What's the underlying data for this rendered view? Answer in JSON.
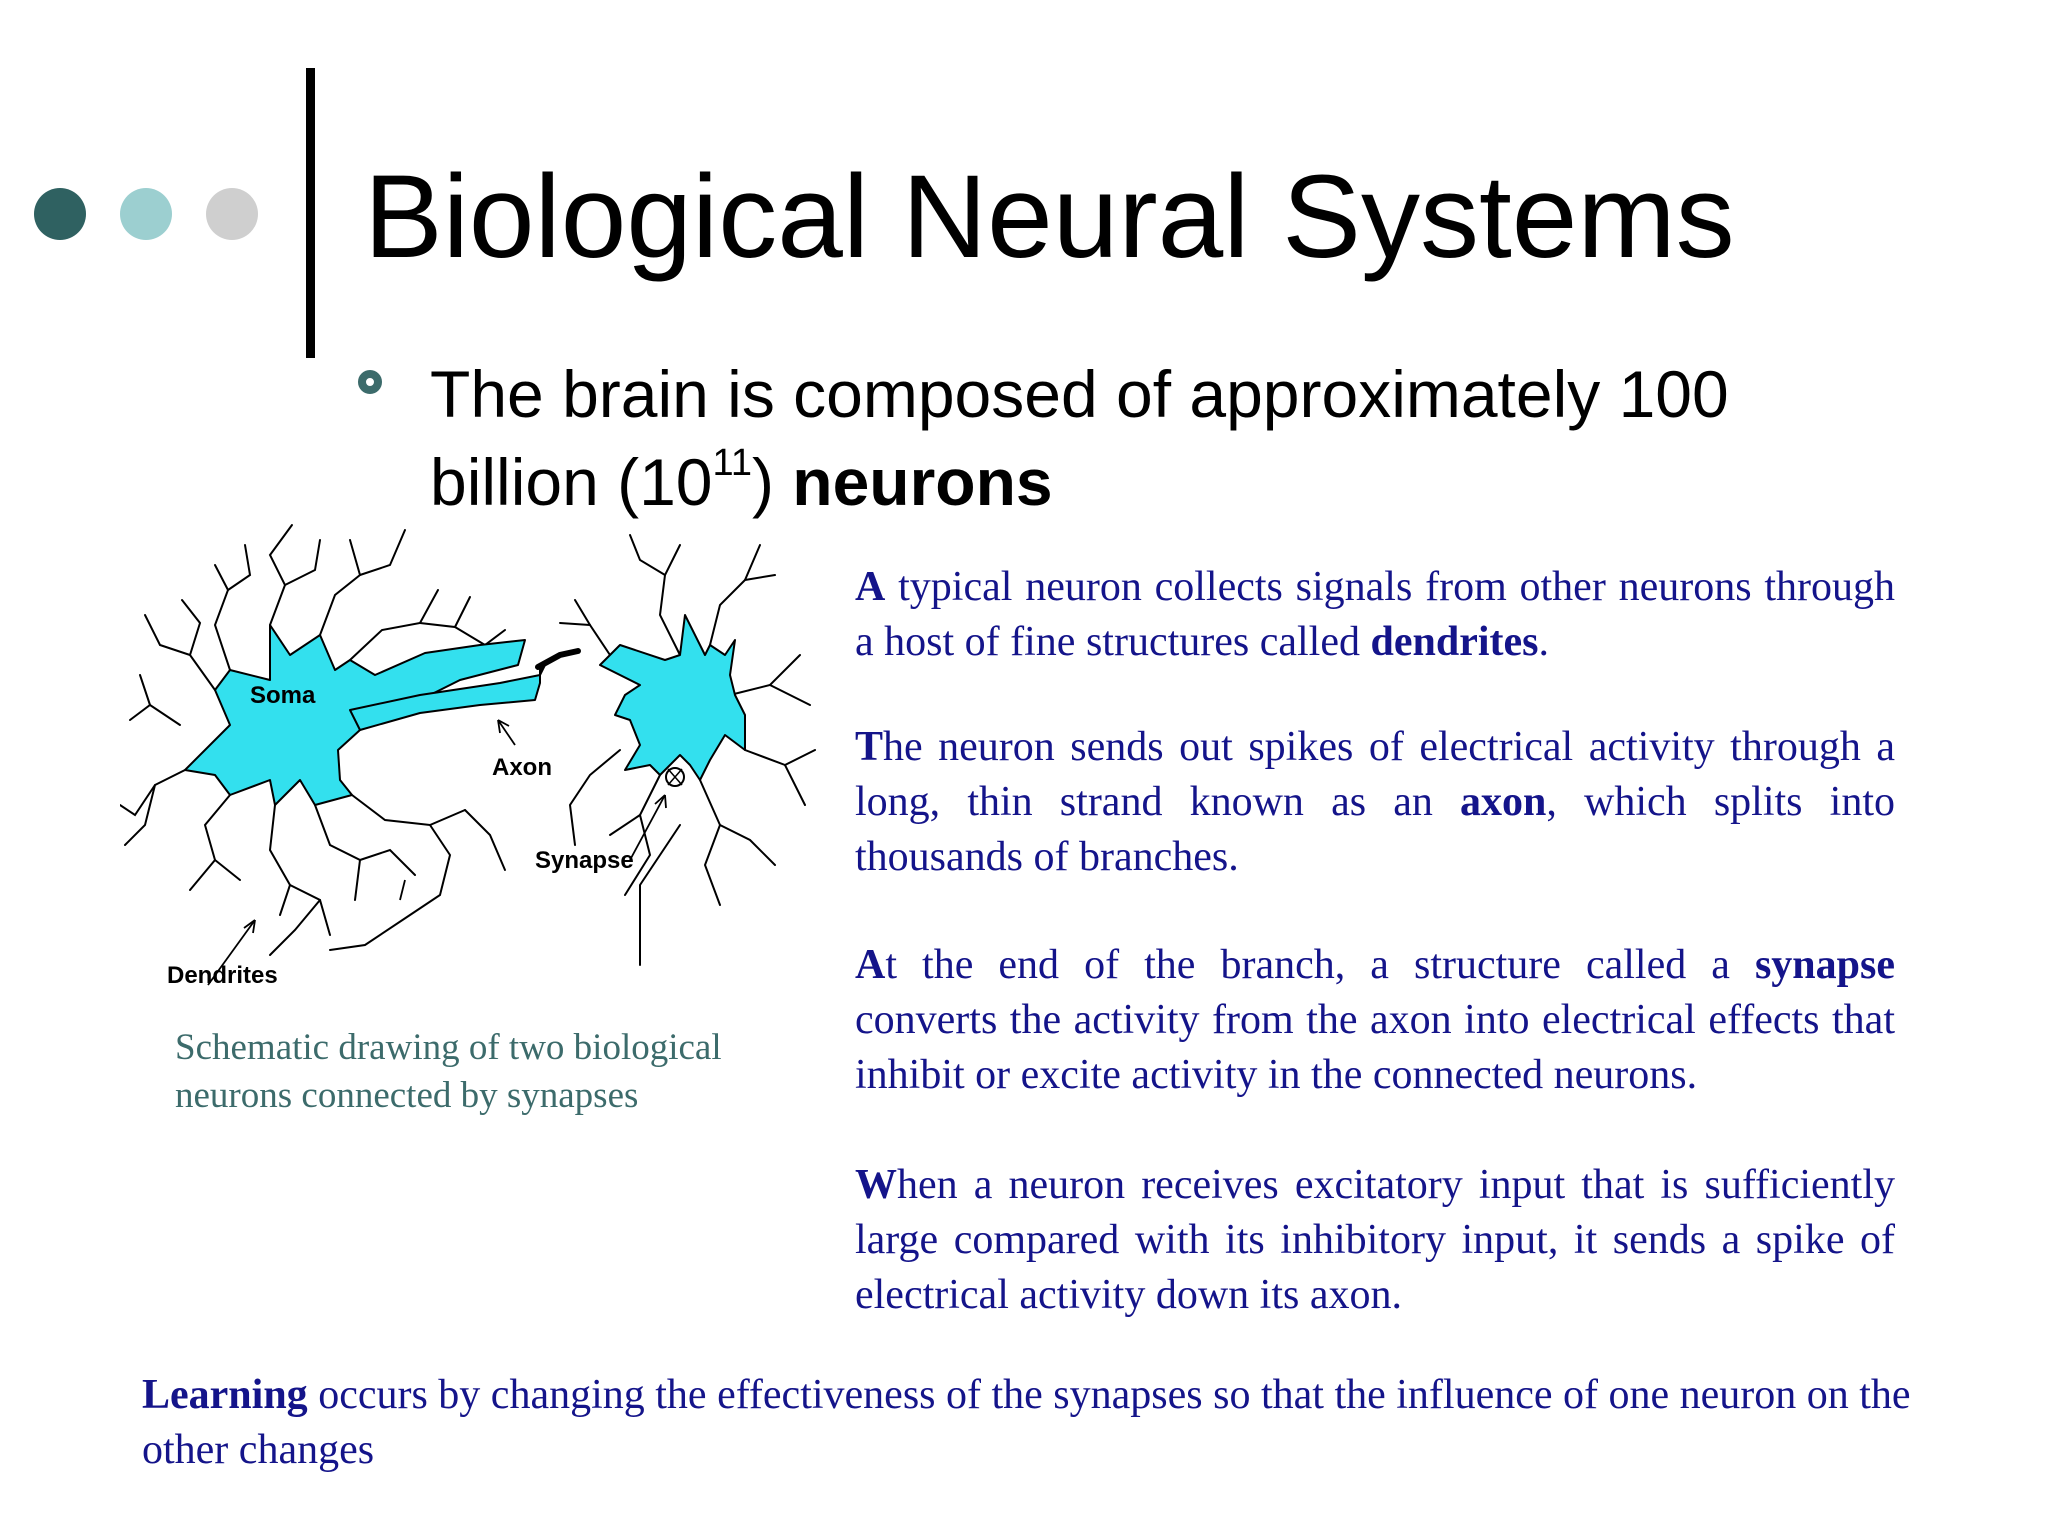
{
  "slide": {
    "title": "Biological Neural Systems",
    "decor_dots": [
      "#2f6161",
      "#9ccfd0",
      "#cfcfcf"
    ],
    "bullet": {
      "text_before": "The brain is composed of approximately 100 billion (10",
      "superscript": "11",
      "text_middle": ") ",
      "bold": "neurons"
    }
  },
  "diagram": {
    "labels": {
      "soma": "Soma",
      "axon": "Axon",
      "synapse": "Synapse",
      "dendrites": "Dendrites"
    },
    "cell_color": "#33e0ee",
    "caption": "Schematic drawing of two biological neurons connected by synapses"
  },
  "paragraphs": [
    {
      "lead": "A",
      "before": " typical neuron collects signals from other neurons through a host of fine structures called ",
      "bold": "dendrites",
      "after": "."
    },
    {
      "lead": "T",
      "before": "he neuron sends out spikes of electrical activity through a long, thin strand known as an ",
      "bold": "axon",
      "after": ", which splits into thousands of branches."
    },
    {
      "lead": "A",
      "before": "t the end of the branch, a structure called a ",
      "bold": "synapse",
      "after": " converts the activity from the axon into electrical effects that inhibit or excite activity in the connected neurons."
    },
    {
      "lead": "W",
      "before": "hen a neuron receives excitatory input that is sufficiently large compared with its inhibitory input, it sends a spike of electrical activity down its axon.",
      "bold": "",
      "after": ""
    }
  ],
  "footer": {
    "bold": "Learning",
    "text": " occurs by changing the effectiveness of the synapses so that the influence of one neuron on the other changes"
  },
  "colors": {
    "body_text": "#14148a",
    "caption_text": "#3c6b6b"
  }
}
